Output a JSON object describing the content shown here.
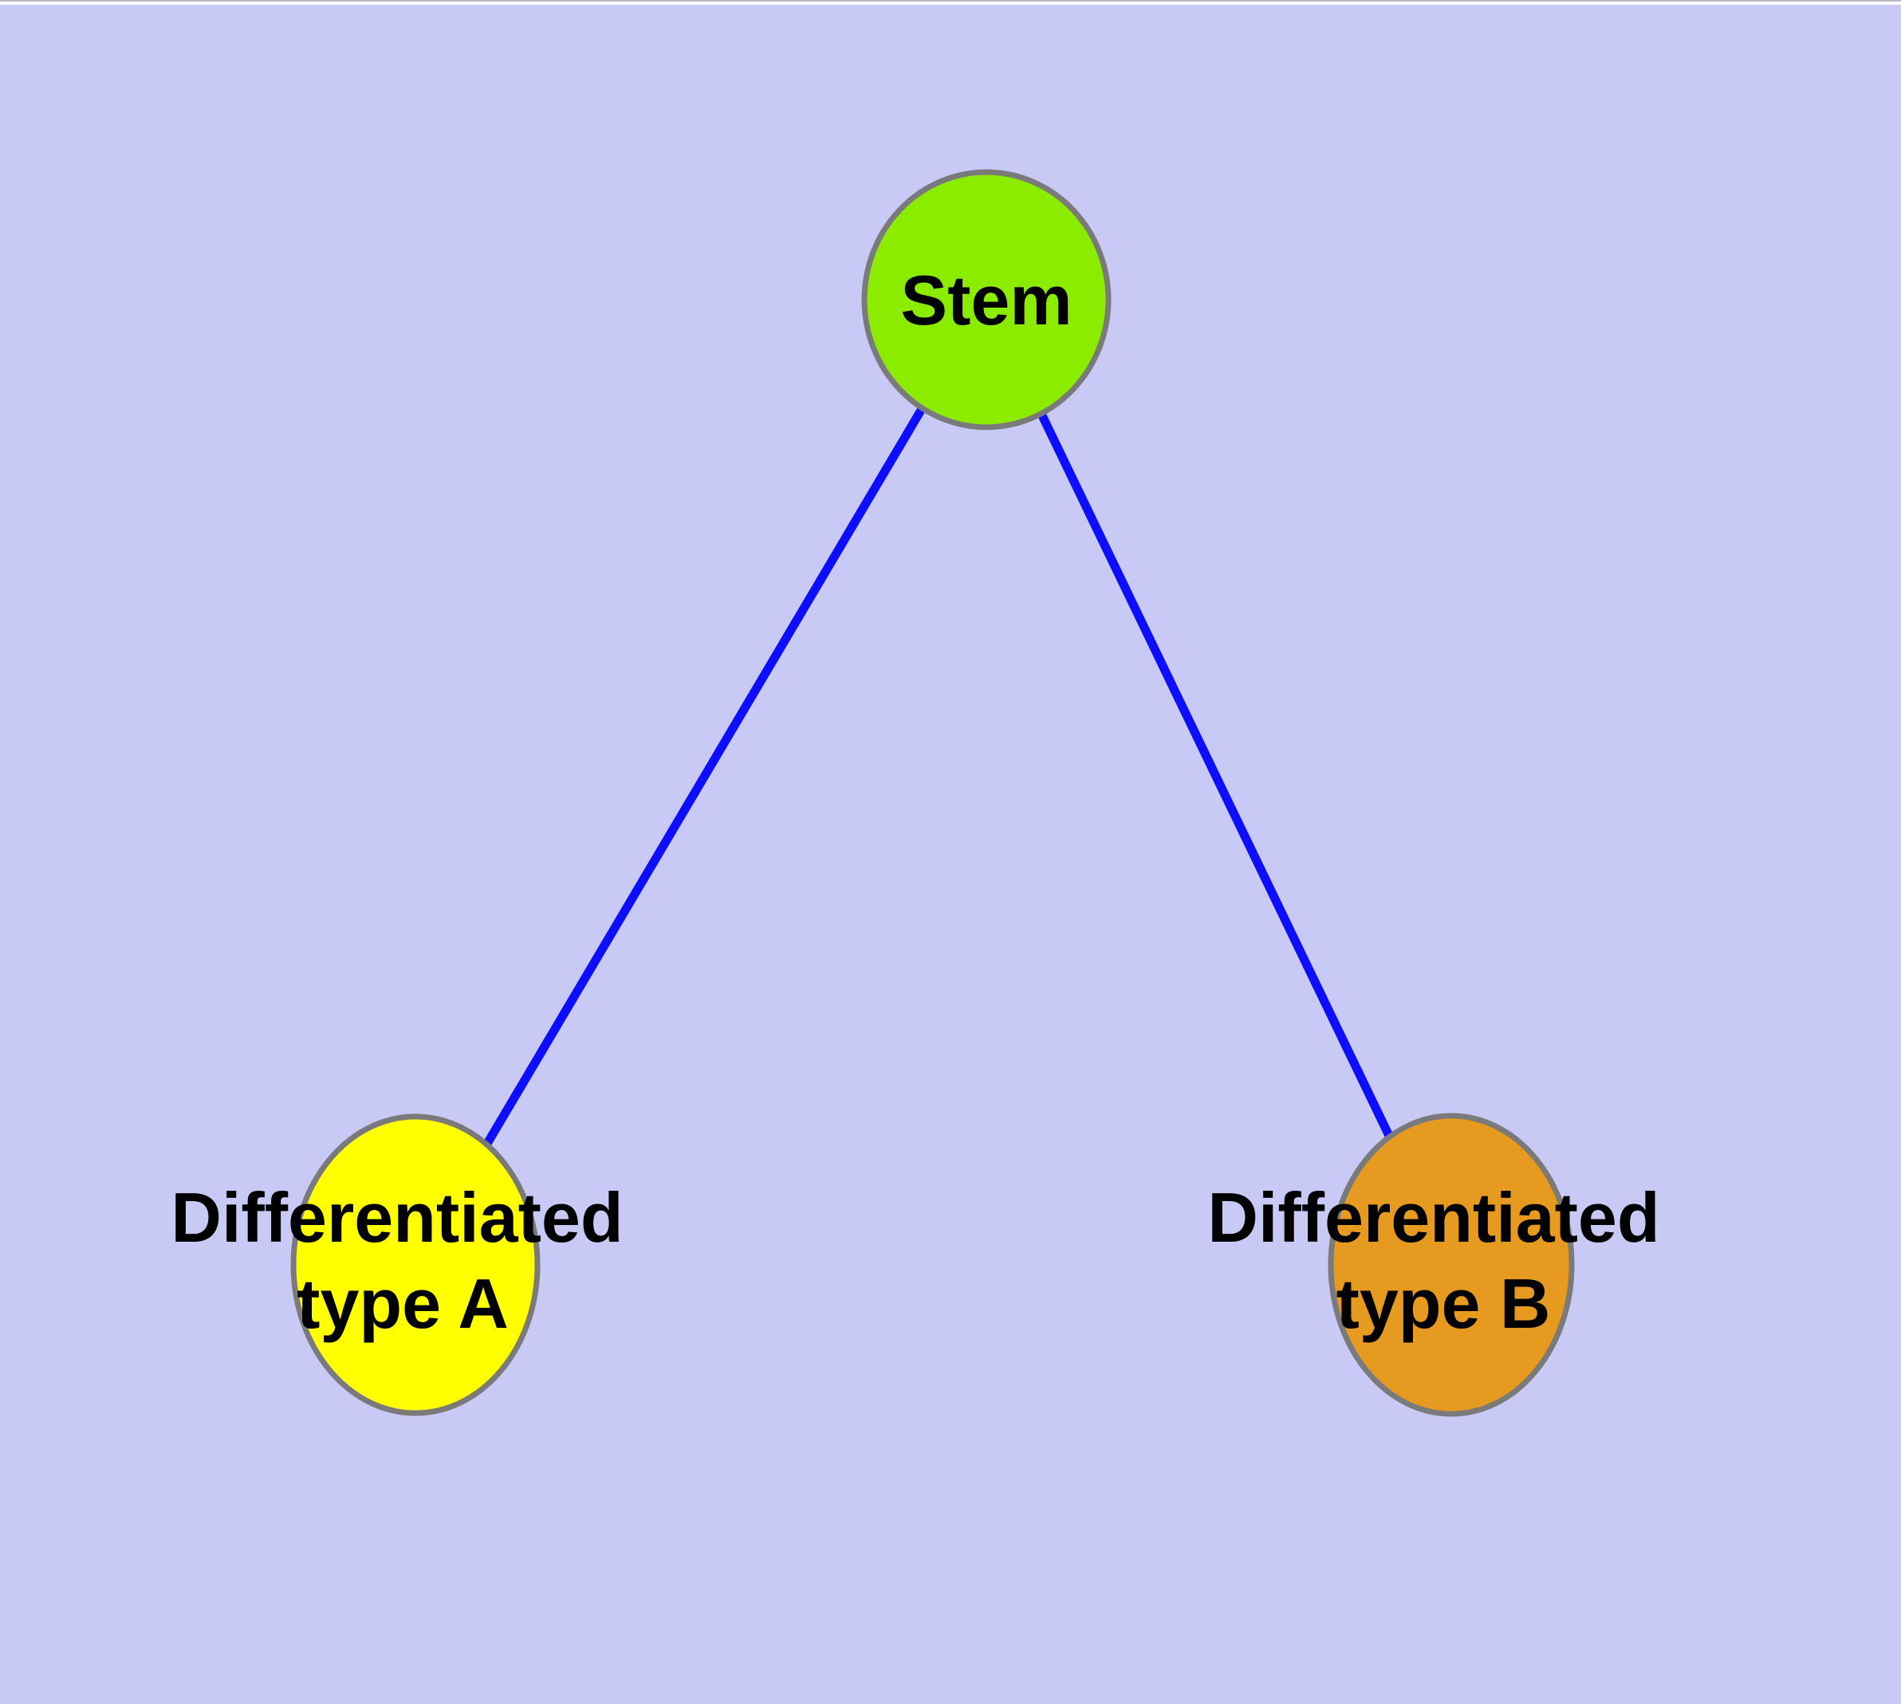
{
  "diagram": {
    "colors": {
      "background": "#c9c9f5",
      "top_strip": "#ffffff",
      "top_hairline": "#b9b9c9",
      "edge": "#0d0dff",
      "node_border": "#7a7a7a",
      "label_text": "#000000"
    },
    "nodes": [
      {
        "id": "stem",
        "label": "Stem",
        "color": "#8cec00"
      },
      {
        "id": "differentiated-type-a",
        "label_line1": "Differentiated",
        "label_line2": "type A",
        "color": "#ffff00"
      },
      {
        "id": "differentiated-type-b",
        "label_line1": "Differentiated",
        "label_line2": "type B",
        "color": "#e69a1f"
      }
    ],
    "edges": [
      {
        "from": "Stem",
        "to": "Differentiated type A"
      },
      {
        "from": "Stem",
        "to": "Differentiated type B"
      }
    ]
  }
}
